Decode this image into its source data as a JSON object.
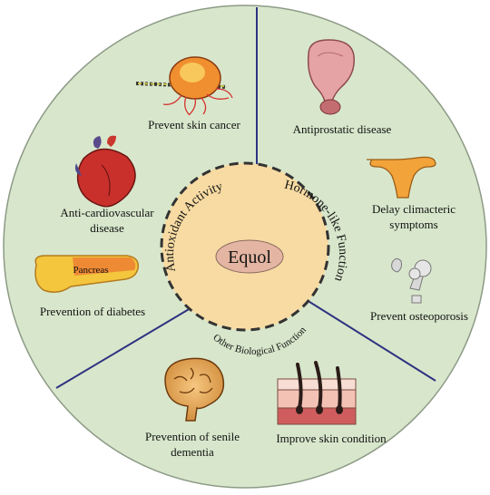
{
  "center": {
    "label": "Equol"
  },
  "categories": {
    "antioxidant": "Antioxidant  Activity",
    "hormone": "Hormone-like Function",
    "other": "Other Biological Function"
  },
  "effects": {
    "skin_cancer": "Prevent skin cancer",
    "cardio_1": "Anti-cardiovascular",
    "cardio_2": "disease",
    "pancreas_label": "Pancreas",
    "diabetes": "Prevention of diabetes",
    "prostate": "Antiprostatic disease",
    "climacteric_1": "Delay climacteric",
    "climacteric_2": "symptoms",
    "osteoporosis": "Prevent osteoporosis",
    "dementia_1": "Prevention of senile",
    "dementia_2": "dementia",
    "skin_condition": "Improve skin condition"
  },
  "icons": {
    "skin_cancer": "tumor-cell-icon",
    "cardio": "heart-icon",
    "diabetes": "pancreas-icon",
    "prostate": "prostate-icon",
    "climacteric": "uterus-icon",
    "osteoporosis": "bone-icon",
    "dementia": "brain-icon",
    "skin": "skin-layer-icon"
  },
  "colors": {
    "outer_ring": "#d8e7cc",
    "inner_circle": "#f7dba3",
    "center_ellipse": "#e4b5a2",
    "dividers": "#2e3280",
    "dashed_border": "#333333"
  }
}
